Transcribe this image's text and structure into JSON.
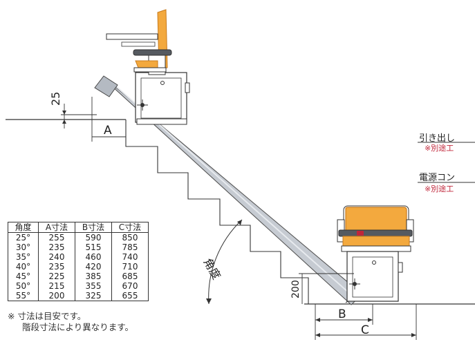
{
  "dimensions": {
    "gap": "25",
    "a": "A",
    "b": "B",
    "c": "C",
    "height": "200",
    "angle": "角度"
  },
  "table": {
    "headers": [
      "角度",
      "A寸法",
      "B寸法",
      "C寸法"
    ],
    "rows": [
      [
        "25°",
        "255",
        "590",
        "850"
      ],
      [
        "30°",
        "235",
        "515",
        "785"
      ],
      [
        "35°",
        "240",
        "460",
        "740"
      ],
      [
        "40°",
        "235",
        "420",
        "710"
      ],
      [
        "45°",
        "225",
        "385",
        "685"
      ],
      [
        "50°",
        "215",
        "355",
        "670"
      ],
      [
        "55°",
        "200",
        "325",
        "655"
      ]
    ]
  },
  "notes": {
    "line1": "※ 寸法は目安です。",
    "line2": "階段寸法により異なります。"
  },
  "side": {
    "pullout_label": "引き出し",
    "pullout_note": "※別途工",
    "outlet_label": "電源コン",
    "outlet_note": "※別途工"
  },
  "colors": {
    "seat": "#f3a93e",
    "seat_edge": "#c87a1c",
    "rail": "#c6cbd2",
    "belt": "#555a60",
    "note_red": "#c0263a"
  }
}
